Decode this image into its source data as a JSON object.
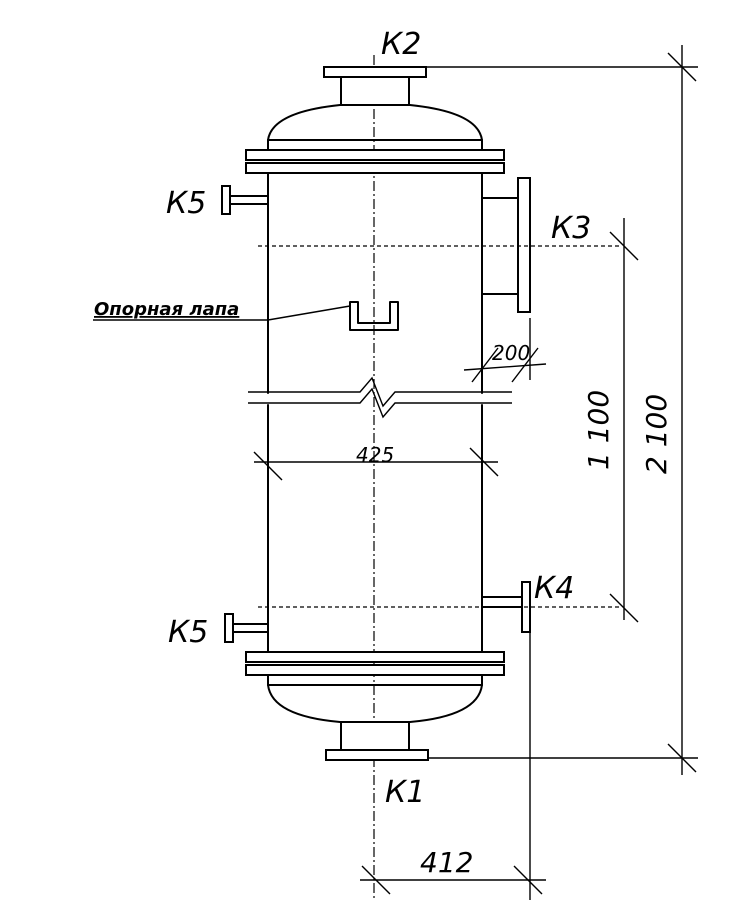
{
  "nozzles": {
    "k1": "К1",
    "k2": "К2",
    "k3": "К3",
    "k4": "К4",
    "k5_top": "К5",
    "k5_bottom": "К5"
  },
  "support_label": "Опорная лапа",
  "dimensions": {
    "total_height": "2 100",
    "nozzle_spacing": "1 100",
    "shell_diameter": "425",
    "nozzle_projection": "200",
    "offset_k1_k4": "412"
  }
}
